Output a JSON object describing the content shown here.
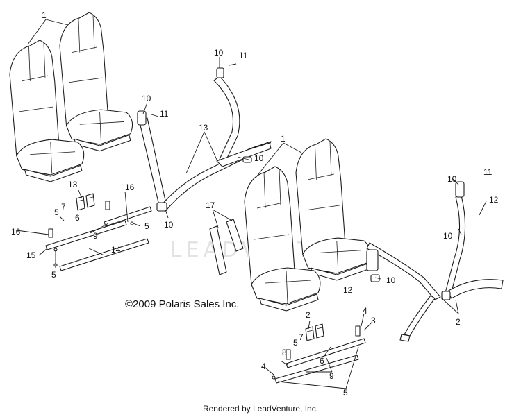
{
  "copyright": "©2009 Polaris Sales Inc.",
  "footer": "Rendered by LeadVenture, Inc.",
  "watermark": "LEADVENTURE",
  "callouts": {
    "c1a": "1",
    "c10a": "10",
    "c11a": "11",
    "c10b": "10",
    "c11b": "11",
    "c13a": "13",
    "c10c": "10",
    "c1b": "1",
    "c10d": "10",
    "c11c": "11",
    "c12a": "12",
    "c10e": "10",
    "c13b": "13",
    "c16a": "16",
    "c5a": "5",
    "c7a": "7",
    "c6a": "6",
    "c16b": "16",
    "c9a": "9",
    "c15a": "15",
    "c14a": "14",
    "c5b": "5",
    "c5c": "5",
    "c10f": "10",
    "c17a": "17",
    "c12b": "12",
    "c10g": "10",
    "c2a": "2",
    "c2b": "2",
    "c4a": "4",
    "c3a": "3",
    "c5d": "5",
    "c7b": "7",
    "c8a": "8",
    "c6b": "6",
    "c4b": "4",
    "c9b": "9",
    "c5e": "5"
  },
  "colors": {
    "line": "#1a1a1a",
    "watermark": "#e3e3e3",
    "background": "#ffffff"
  }
}
